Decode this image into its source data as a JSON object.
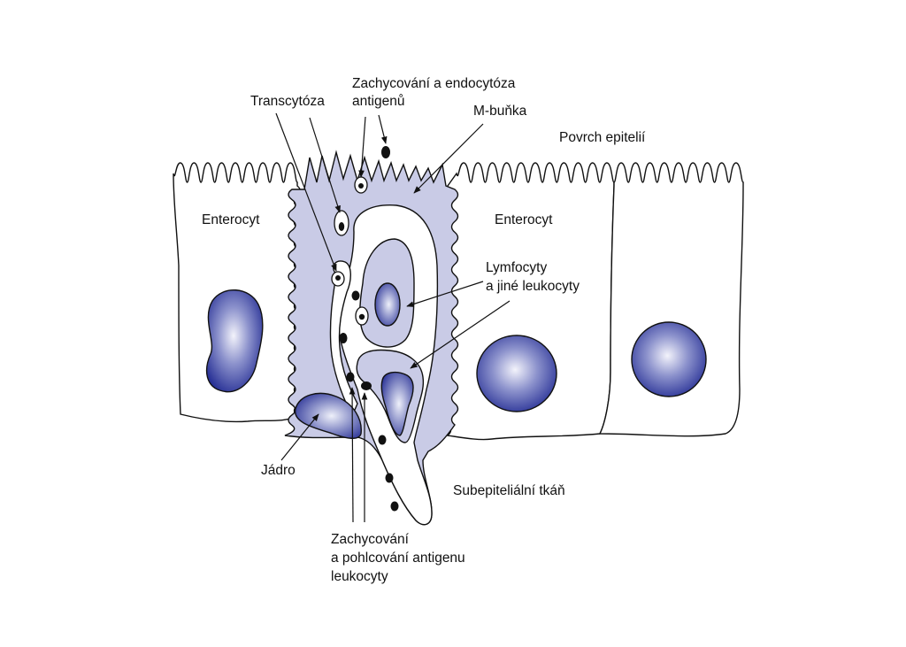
{
  "labels": {
    "zachycovani_line1": "Zachycování a endocytóza",
    "zachycovani_line2": "antigenů",
    "transcytoza": "Transcytóza",
    "m_bunka": "M-buňka",
    "povrch": "Povrch epitelií",
    "enterocyt_left": "Enterocyt",
    "enterocyt_right": "Enterocyt",
    "lymfocyty_line1": "Lymfocyty",
    "lymfocyty_line2": "a jiné leukocyty",
    "jadro": "Jádro",
    "subepitelialni": "Subepiteliální tkáň",
    "pohlcovani_line1": "Zachycování",
    "pohlcovani_line2": "a pohlcování antigenu",
    "pohlcovani_line3": "leukocyty"
  },
  "colors": {
    "m_cell_fill": "#c9cbe6",
    "nucleus_dark": "#232c93",
    "nucleus_light": "#f3f3fb",
    "outline": "#111111"
  }
}
